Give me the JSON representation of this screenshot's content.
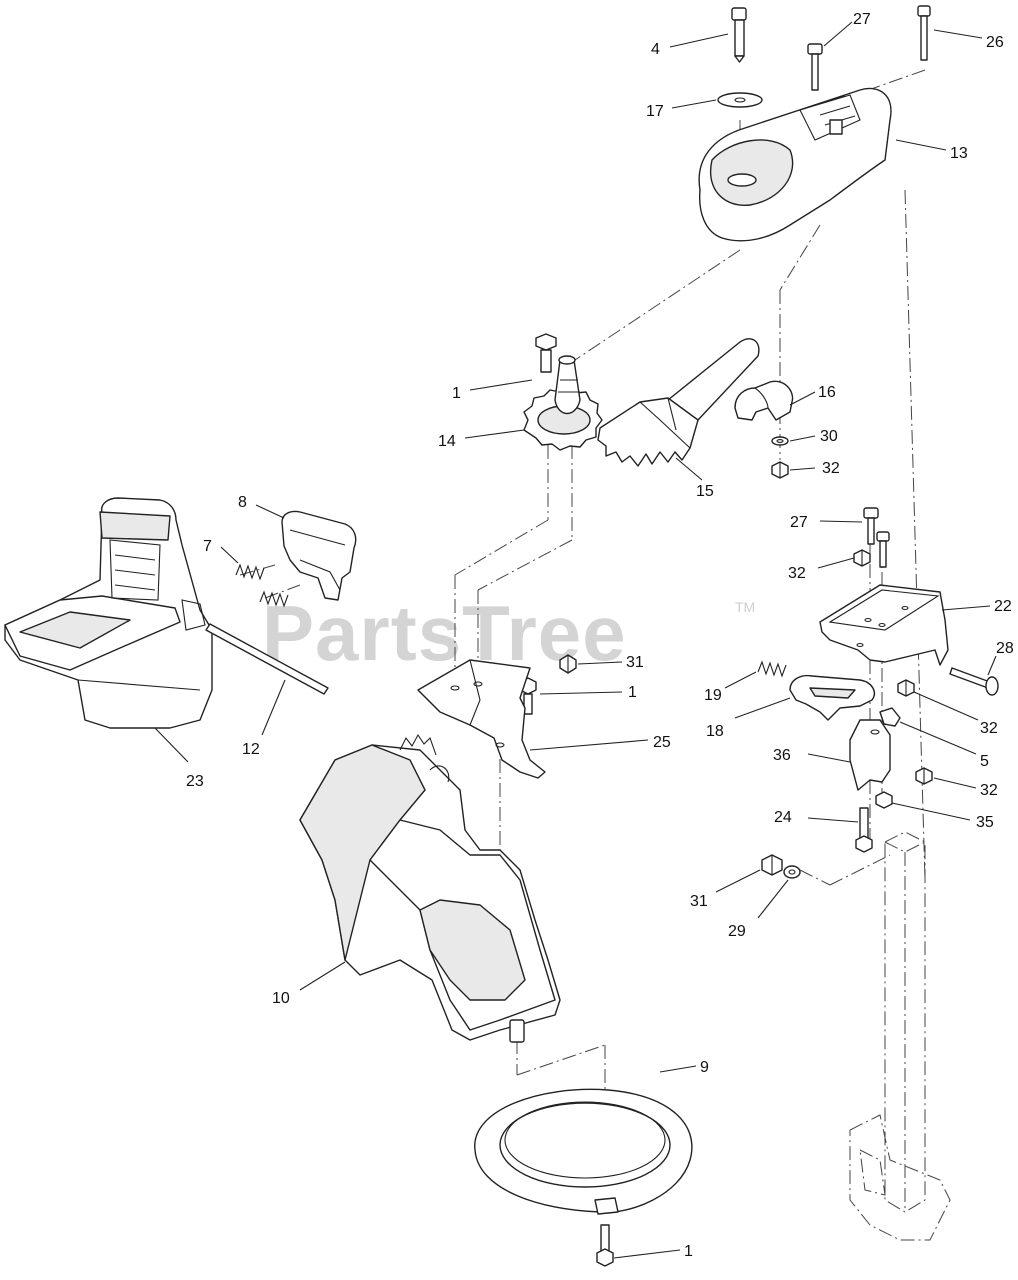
{
  "watermark": {
    "text": "PartsTree",
    "trademark": "TM"
  },
  "callouts": [
    {
      "id": "c4",
      "label": "4"
    },
    {
      "id": "c27a",
      "label": "27"
    },
    {
      "id": "c26",
      "label": "26"
    },
    {
      "id": "c17",
      "label": "17"
    },
    {
      "id": "c13",
      "label": "13"
    },
    {
      "id": "c1a",
      "label": "1"
    },
    {
      "id": "c14",
      "label": "14"
    },
    {
      "id": "c16",
      "label": "16"
    },
    {
      "id": "c30",
      "label": "30"
    },
    {
      "id": "c32a",
      "label": "32"
    },
    {
      "id": "c15",
      "label": "15"
    },
    {
      "id": "c8",
      "label": "8"
    },
    {
      "id": "c7",
      "label": "7"
    },
    {
      "id": "c27b",
      "label": "27"
    },
    {
      "id": "c32b",
      "label": "32"
    },
    {
      "id": "c22",
      "label": "22"
    },
    {
      "id": "c28",
      "label": "28"
    },
    {
      "id": "c31a",
      "label": "31"
    },
    {
      "id": "c1b",
      "label": "1"
    },
    {
      "id": "c19",
      "label": "19"
    },
    {
      "id": "c32c",
      "label": "32"
    },
    {
      "id": "c25",
      "label": "25"
    },
    {
      "id": "c18",
      "label": "18"
    },
    {
      "id": "c5",
      "label": "5"
    },
    {
      "id": "c12",
      "label": "12"
    },
    {
      "id": "c23",
      "label": "23"
    },
    {
      "id": "c36",
      "label": "36"
    },
    {
      "id": "c32d",
      "label": "32"
    },
    {
      "id": "c24",
      "label": "24"
    },
    {
      "id": "c35",
      "label": "35"
    },
    {
      "id": "c31b",
      "label": "31"
    },
    {
      "id": "c29",
      "label": "29"
    },
    {
      "id": "c10",
      "label": "10"
    },
    {
      "id": "c9",
      "label": "9"
    },
    {
      "id": "c1c",
      "label": "1"
    }
  ]
}
